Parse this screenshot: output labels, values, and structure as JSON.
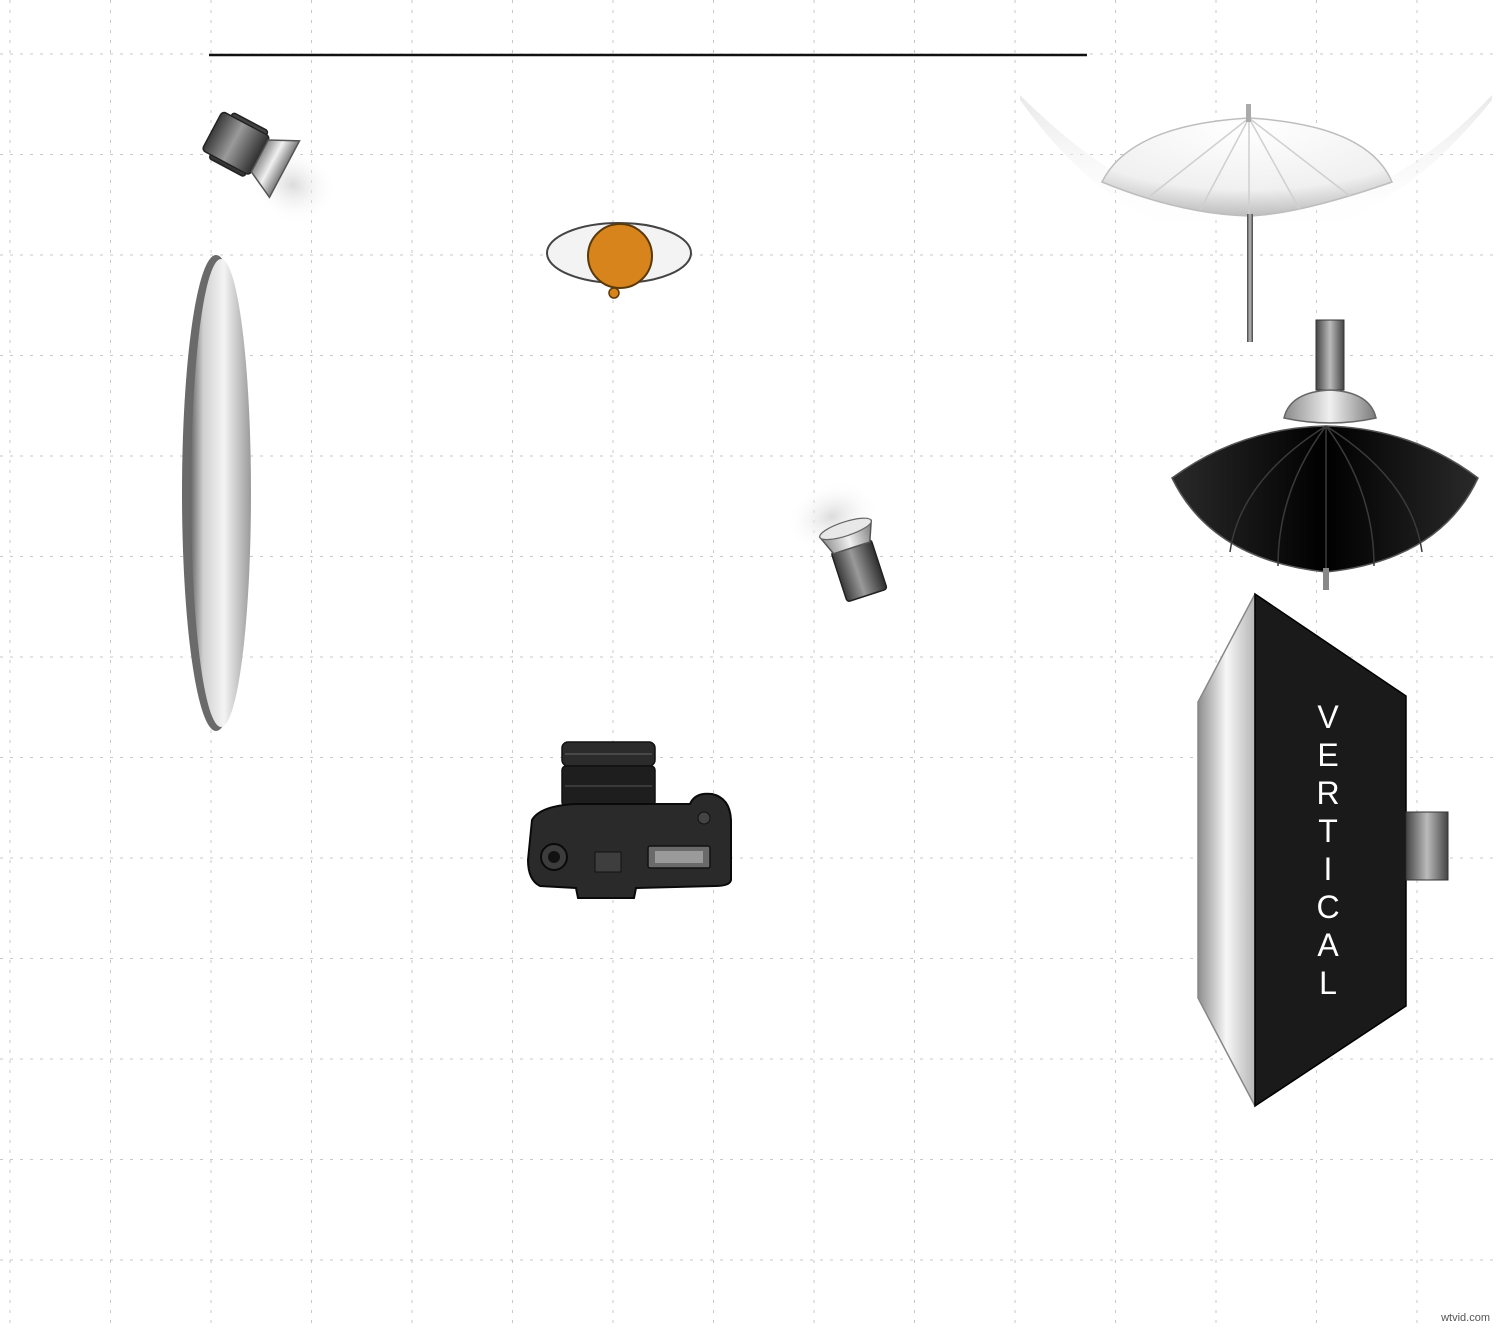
{
  "diagram": {
    "softbox_label_letters": [
      "V",
      "E",
      "R",
      "T",
      "I",
      "C",
      "A",
      "L"
    ],
    "watermark": "wtvid.com",
    "items": {
      "backdrop": "backdrop-line",
      "hair_light": "strobe-head",
      "reflector": "oval-reflector",
      "subject": "subject-top-view",
      "fill_light": "strobe-head",
      "camera": "camera-top-view",
      "shoot_through_umbrella": "white-umbrella",
      "reflective_umbrella": "black-umbrella",
      "softbox": "vertical-softbox"
    },
    "colors": {
      "grid": "#c8c8c8",
      "subject": "#d8841c",
      "softbox_front": "#1a1a1a",
      "umbrella_black": "#141414",
      "backdrop_line": "#111111"
    }
  }
}
